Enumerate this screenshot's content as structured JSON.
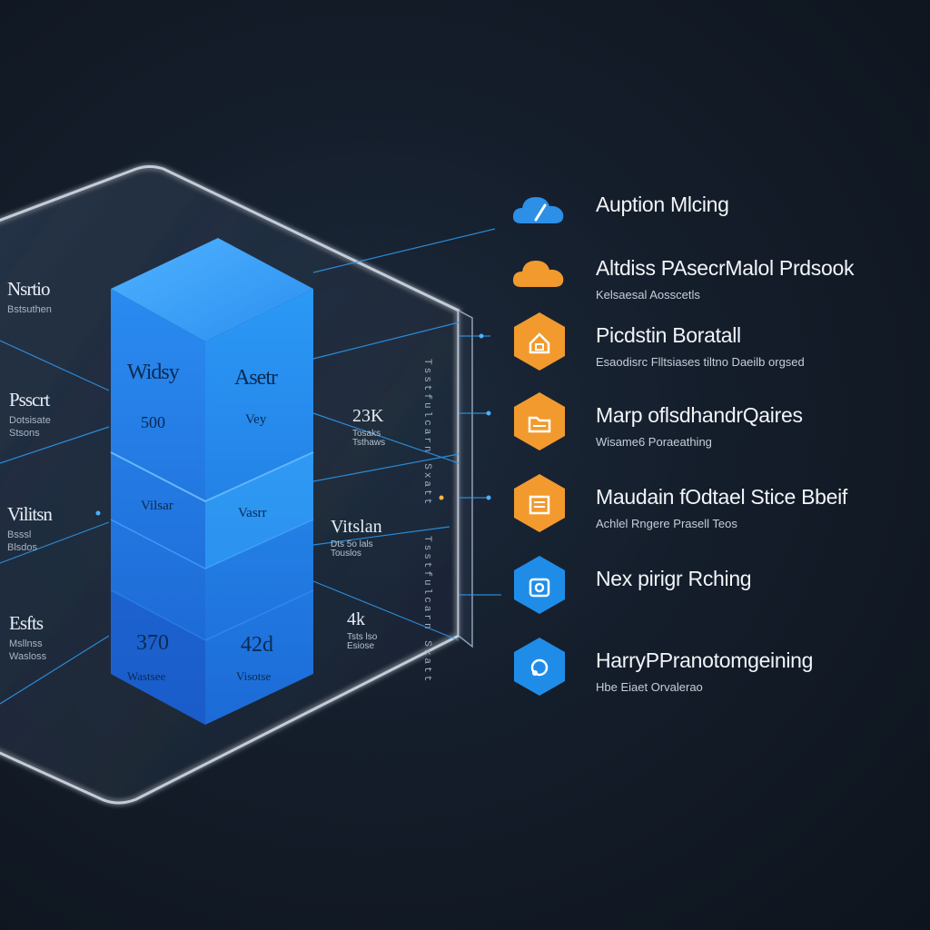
{
  "column": {
    "top_left_title": "Widsy",
    "top_left_value": "500",
    "top_right_title": "Asetr",
    "top_right_value": "Vey",
    "mid_left": "Vilsar",
    "mid_right": "Vasrr",
    "bottom_left_value": "370",
    "bottom_left_sub": "Wastsee",
    "bottom_right_value": "42d",
    "bottom_right_sub": "Visotse"
  },
  "row_labels": [
    {
      "value": "23K",
      "sub": "Tosaks\nTsthaws"
    },
    {
      "value": "Vitslan",
      "sub": "Dts 5o lals\nTouslos"
    },
    {
      "value": "4k",
      "sub": "Tsts lso\nEsiose"
    }
  ],
  "vertical_text": "Tsstfulcarn Sxatt",
  "side_labels": [
    {
      "title": "Nsrtio",
      "sub": "Bstsuthen"
    },
    {
      "title": "Psscrt",
      "sub": "Dotsisate\nStsons"
    },
    {
      "title": "Vilitsn",
      "sub": "Bsssl\nBlsdos"
    },
    {
      "title": "Esfts",
      "sub": "Msllnss\nWasloss"
    }
  ],
  "features": [
    {
      "icon": "cloud-edit-icon",
      "color": "#2d8fe6",
      "shape": "cloud",
      "title": "Auption Mlcing",
      "subtitle": ""
    },
    {
      "icon": "cloud-icon",
      "color": "#f29a2e",
      "shape": "cloud",
      "title": "Altdiss PAsecrMalol Prdsook",
      "subtitle": "Kelsaesal Aosscetls"
    },
    {
      "icon": "house-icon",
      "color": "#f29a2e",
      "shape": "hex",
      "title": "Picdstin Boratall",
      "subtitle": "Esaodisrc Flltsiases tiltno Daeilb orgsed"
    },
    {
      "icon": "folder-icon",
      "color": "#f29a2e",
      "shape": "hex",
      "title": "Marp oflsdhandrQaires",
      "subtitle": "Wisame6 Poraeathing"
    },
    {
      "icon": "document-icon",
      "color": "#f29a2e",
      "shape": "hex",
      "title": "Maudain fOdtael Stice Bbeif",
      "subtitle": "Achlel Rngere Prasell Teos"
    },
    {
      "icon": "camera-icon",
      "color": "#1f8de8",
      "shape": "hex",
      "title": "Nex pirigr Rching",
      "subtitle": ""
    },
    {
      "icon": "settings-icon",
      "color": "#1f8de8",
      "shape": "hex",
      "title": "HarryPPranotomgeining",
      "subtitle": "Hbe Eiaet Orvalerao"
    }
  ],
  "colors": {
    "background": "#141d2a",
    "column_top": "#2b8ff0",
    "column_front": "#2076e0",
    "accent_blue": "#1f8de8",
    "accent_orange": "#f29a2e",
    "panel_edge": "#c9d4e2"
  }
}
